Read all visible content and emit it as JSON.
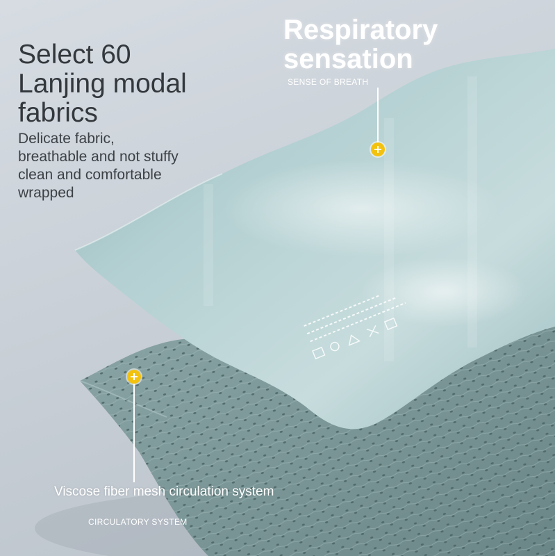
{
  "headline": "Select 60\nLanjing modal\nfabrics",
  "subcopy": "Delicate fabric,\nbreathable and not stuffy\nclean and comfortable\nwrapped",
  "callout_top": {
    "title": "Respiratory\nsensation",
    "subtitle": "SENSE OF BREATH"
  },
  "callout_mesh": {
    "title": "Viscose fiber mesh circulation system",
    "subtitle": "CIRCULATORY SYSTEM"
  },
  "colors": {
    "marker": "#f3c20f",
    "fabric_top": "#a9c6c8",
    "fabric_mesh": "#7f999a"
  },
  "icons": [
    "plus-marker-icon",
    "wash-care-icons"
  ]
}
